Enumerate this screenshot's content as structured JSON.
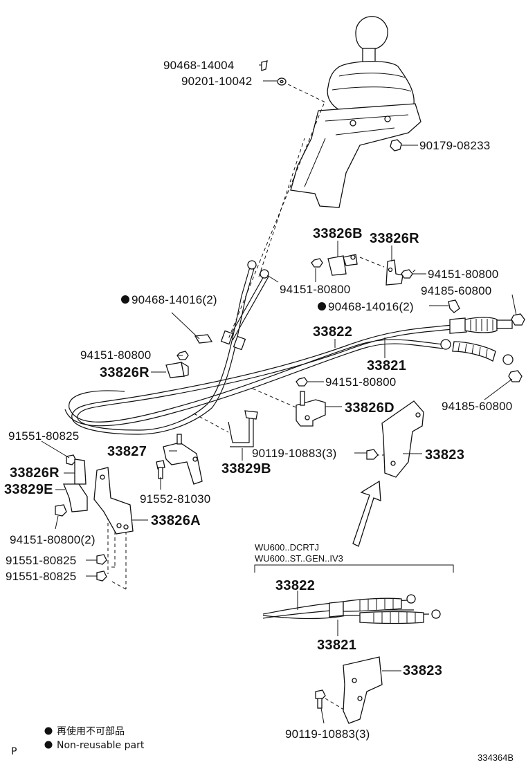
{
  "labels": {
    "p90468_14004": "90468-14004",
    "p90201_10042": "90201-10042",
    "p90179_08233": "90179-08233",
    "p33826B": "33826B",
    "p33826R_top": "33826R",
    "p94151_80800_a": "94151-80800",
    "p94151_80800_b": "94151-80800",
    "p94185_60800_a": "94185-60800",
    "p90468_14016_a": "90468-14016(2)",
    "p90468_14016_b": "90468-14016(2)",
    "p33822": "33822",
    "p33821": "33821",
    "p94151_80800_c": "94151-80800",
    "p33826R_mid": "33826R",
    "p94151_80800_d": "94151-80800",
    "p94185_60800_b": "94185-60800",
    "p33826D": "33826D",
    "p91551_80825_a": "91551-80825",
    "p33827": "33827",
    "p90119_10883_a": "90119-10883(3)",
    "p33823": "33823",
    "p33826R_left": "33826R",
    "p33829E": "33829E",
    "p33829B": "33829B",
    "p91552_81030": "91552-81030",
    "p33826A": "33826A",
    "p94151_80800_2": "94151-80800(2)",
    "p91551_80825_b": "91551-80825",
    "p91551_80825_c": "91551-80825"
  },
  "variant": {
    "line1": "WU600..DCRTJ",
    "line2": "WU600..ST..GEN..IV3",
    "p33822": "33822",
    "p33821": "33821",
    "p33823": "33823",
    "p90119_10883": "90119-10883(3)"
  },
  "legend": {
    "jp": "再使用不可部品",
    "en": "Non-reusable part"
  },
  "footer": {
    "page_letter": "P",
    "diagram_code": "334364B"
  }
}
